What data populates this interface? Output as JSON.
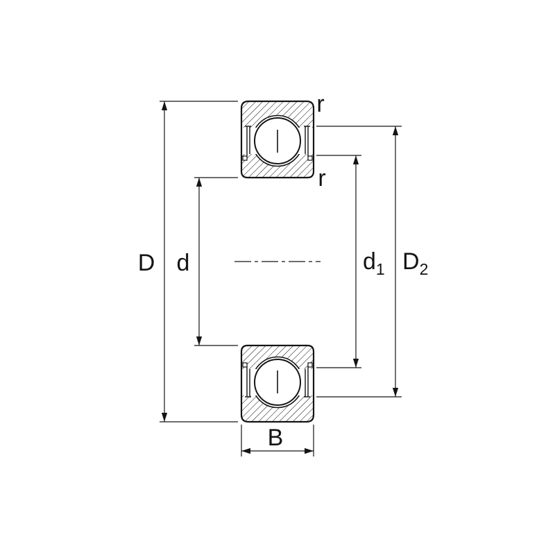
{
  "colors": {
    "background": "#ffffff",
    "line": "#141414"
  },
  "diagram": {
    "labels": {
      "outer_diameter": "D",
      "bore_diameter": "d",
      "d1_base": "d",
      "d1_sub": "1",
      "D2_base": "D",
      "D2_sub": "2",
      "width": "B",
      "fillet_top": "r",
      "fillet_inner": "r"
    }
  }
}
